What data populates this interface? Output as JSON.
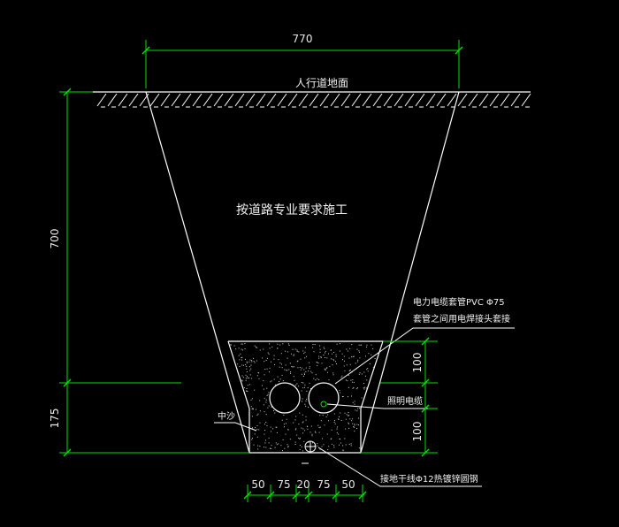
{
  "dimensions": {
    "top_width": "770",
    "depth_upper": "700",
    "depth_lower": "175",
    "right_upper": "100",
    "right_lower": "100",
    "bottom": [
      "50",
      "75",
      "20",
      "75",
      "50"
    ]
  },
  "labels": {
    "ground": "人行道地面",
    "construction": "按道路专业要求施工",
    "conduit_line1": "电力电缆套管PVC Φ75",
    "conduit_line2": "套管之间用电焊接头套接",
    "lighting_cable": "照明电缆",
    "sand": "中沙",
    "ground_wire": "接地干线Φ12热镀锌圆钢"
  },
  "colors": {
    "background": "#000000",
    "lines": "#ffffff",
    "dimension_lines": "#00e000",
    "text": "#f0f0f0"
  }
}
